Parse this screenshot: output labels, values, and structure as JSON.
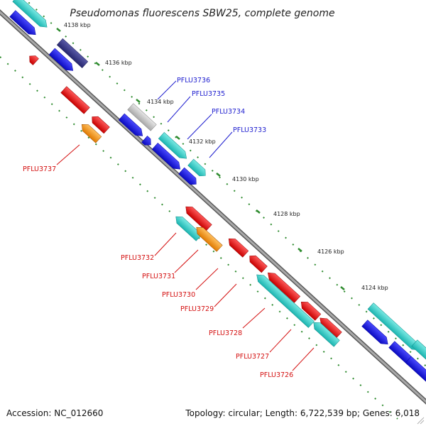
{
  "title": "Pseudomonas fluorescens SBW25, complete genome",
  "footer": {
    "accession": "Accession: NC_012660",
    "topology": "Topology: circular; Length: 6,722,539 bp; Genes: 6,018"
  },
  "ticks": [
    "4138 kbp",
    "4136 kbp",
    "4134 kbp",
    "4132 kbp",
    "4130 kbp",
    "4128 kbp",
    "4126 kbp",
    "4124 kbp"
  ],
  "labels_blue": [
    "PFLU3736",
    "PFLU3735",
    "PFLU3734",
    "PFLU3733"
  ],
  "labels_red": [
    "PFLU3737",
    "PFLU3732",
    "PFLU3731",
    "PFLU3730",
    "PFLU3729",
    "PFLU3728",
    "PFLU3727",
    "PFLU3726"
  ],
  "colors": {
    "backbone": "#8a8a8a",
    "tick": "#2e8b2e",
    "label_blue": "#1e1ecf",
    "label_red": "#d41010",
    "gene_blue": "#1a1ae6",
    "gene_cyan": "#2fd2cc",
    "gene_red": "#ee1111",
    "gene_orange": "#f39a1a",
    "gene_gray": "#c4c4c4",
    "gene_navy": "#3b3b8f"
  }
}
